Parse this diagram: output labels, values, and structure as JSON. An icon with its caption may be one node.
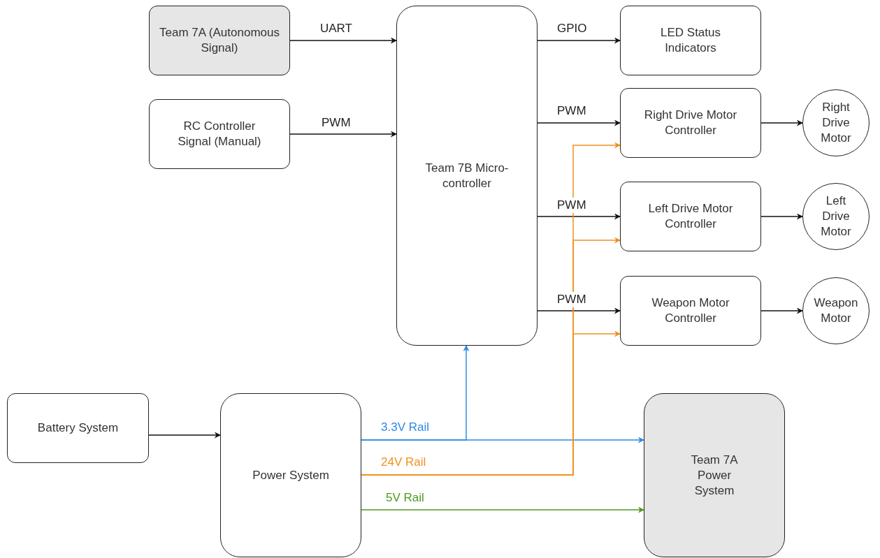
{
  "diagram": {
    "nodes": [
      {
        "text": [
          "Team 7A (Autonomous Signal)"
        ]
      },
      {
        "text": [
          "RC Controller Signal (Manual)"
        ]
      },
      {
        "text": [
          "Team 7B Micro-controller"
        ]
      },
      {
        "text": [
          "LED Status Indicators"
        ]
      },
      {
        "text": [
          "Right Drive Motor Controller"
        ]
      },
      {
        "text": [
          "Left Drive Motor Controller"
        ]
      },
      {
        "text": [
          "Weapon Motor Controller"
        ]
      },
      {
        "text": [
          "Right Drive Motor"
        ]
      },
      {
        "text": [
          "Left Drive Motor"
        ]
      },
      {
        "text": [
          "Weapon Motor"
        ]
      },
      {
        "text": [
          "Battery System"
        ]
      },
      {
        "text": [
          "Power System"
        ]
      },
      {
        "text": [
          "Team 7A Power System"
        ]
      }
    ],
    "edges": [
      {
        "from": 0,
        "to": 2,
        "arrow": "to",
        "label": "UART"
      },
      {
        "from": 1,
        "to": 2,
        "arrow": "to",
        "label": "PWM"
      },
      {
        "from": 2,
        "to": 3,
        "arrow": "to",
        "label": "GPIO"
      },
      {
        "from": 2,
        "to": 4,
        "arrow": "to",
        "label": "PWM"
      },
      {
        "from": 2,
        "to": 5,
        "arrow": "to",
        "label": "PWM"
      },
      {
        "from": 2,
        "to": 6,
        "arrow": "to",
        "label": "PWM"
      },
      {
        "from": 4,
        "to": 7,
        "arrow": "to"
      },
      {
        "from": 5,
        "to": 8,
        "arrow": "to"
      },
      {
        "from": 6,
        "to": 9,
        "arrow": "to"
      },
      {
        "from": 10,
        "to": 11,
        "arrow": "to"
      },
      {
        "from": 11,
        "to": 2,
        "arrow": "to",
        "color": "#2b8ae6"
      },
      {
        "from": 11,
        "to": 12,
        "arrow": "to",
        "label": "3.3V Rail",
        "color": "#2b8ae6"
      },
      {
        "from": 11,
        "to": 4,
        "arrow": "to",
        "label": "24V Rail",
        "color": "#f0901c"
      },
      {
        "from": 11,
        "to": 5,
        "arrow": "to",
        "color": "#f0901c"
      },
      {
        "from": 11,
        "to": 6,
        "arrow": "to",
        "color": "#f0901c"
      },
      {
        "from": 11,
        "to": 12,
        "arrow": "to",
        "label": "5V Rail",
        "color": "#4e9a1e"
      }
    ]
  }
}
